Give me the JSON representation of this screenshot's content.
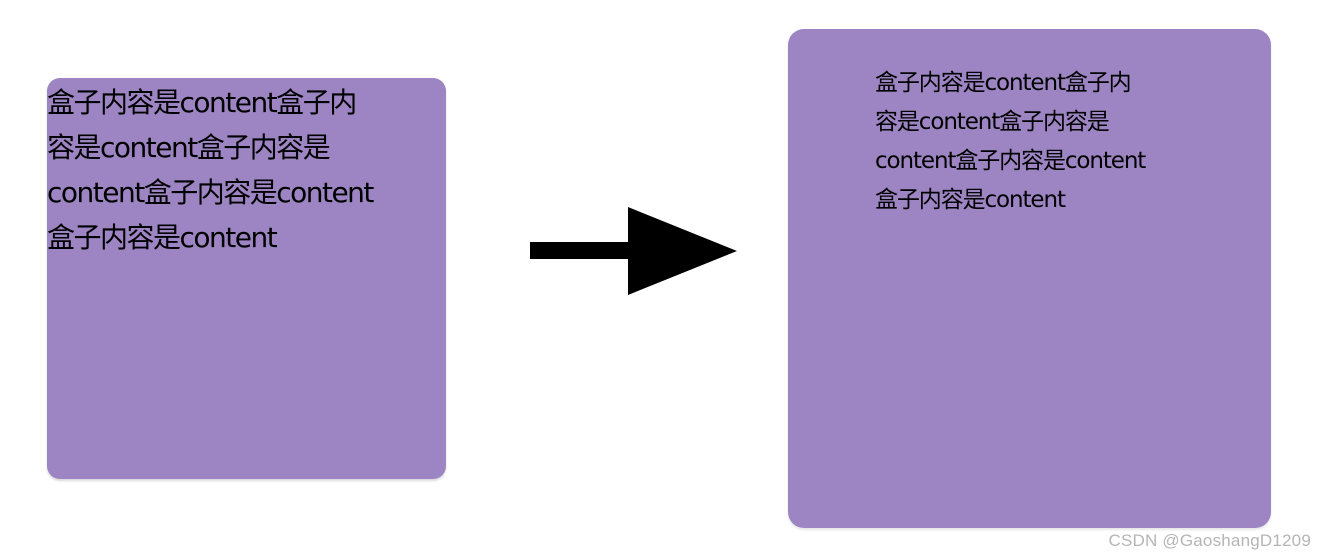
{
  "before_box": {
    "lines": [
      "盒子内容是content盒子内",
      "容是content盒子内容是",
      "content盒子内容是content",
      "盒子内容是content"
    ],
    "background": "#9d84c3"
  },
  "after_box": {
    "lines": [
      "盒子内容是content盒子内",
      "容是content盒子内容是",
      "content盒子内容是content",
      "盒子内容是content"
    ],
    "background": "#9d84c3"
  },
  "arrow": {
    "icon": "right-arrow-icon",
    "color": "#000000"
  },
  "watermark": {
    "text": "CSDN @GaoshangD1209"
  }
}
